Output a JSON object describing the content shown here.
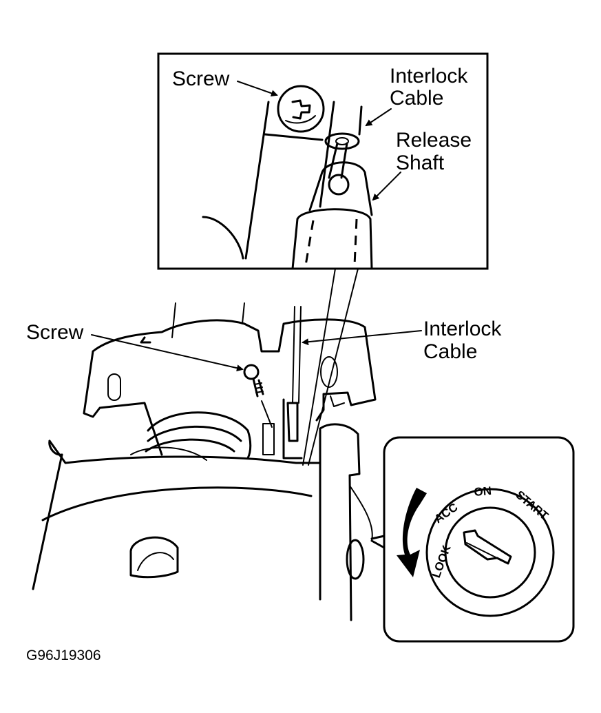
{
  "callouts": {
    "inset_screw": "Screw",
    "inset_interlock_cable": [
      "Interlock",
      "Cable"
    ],
    "inset_release_shaft": [
      "Release",
      "Shaft"
    ],
    "main_screw": "Screw",
    "main_interlock_cable": [
      "Interlock",
      "Cable"
    ]
  },
  "key_positions": [
    "LOOK",
    "ACC",
    "ON",
    "START"
  ],
  "figure_id": "G96J19306"
}
